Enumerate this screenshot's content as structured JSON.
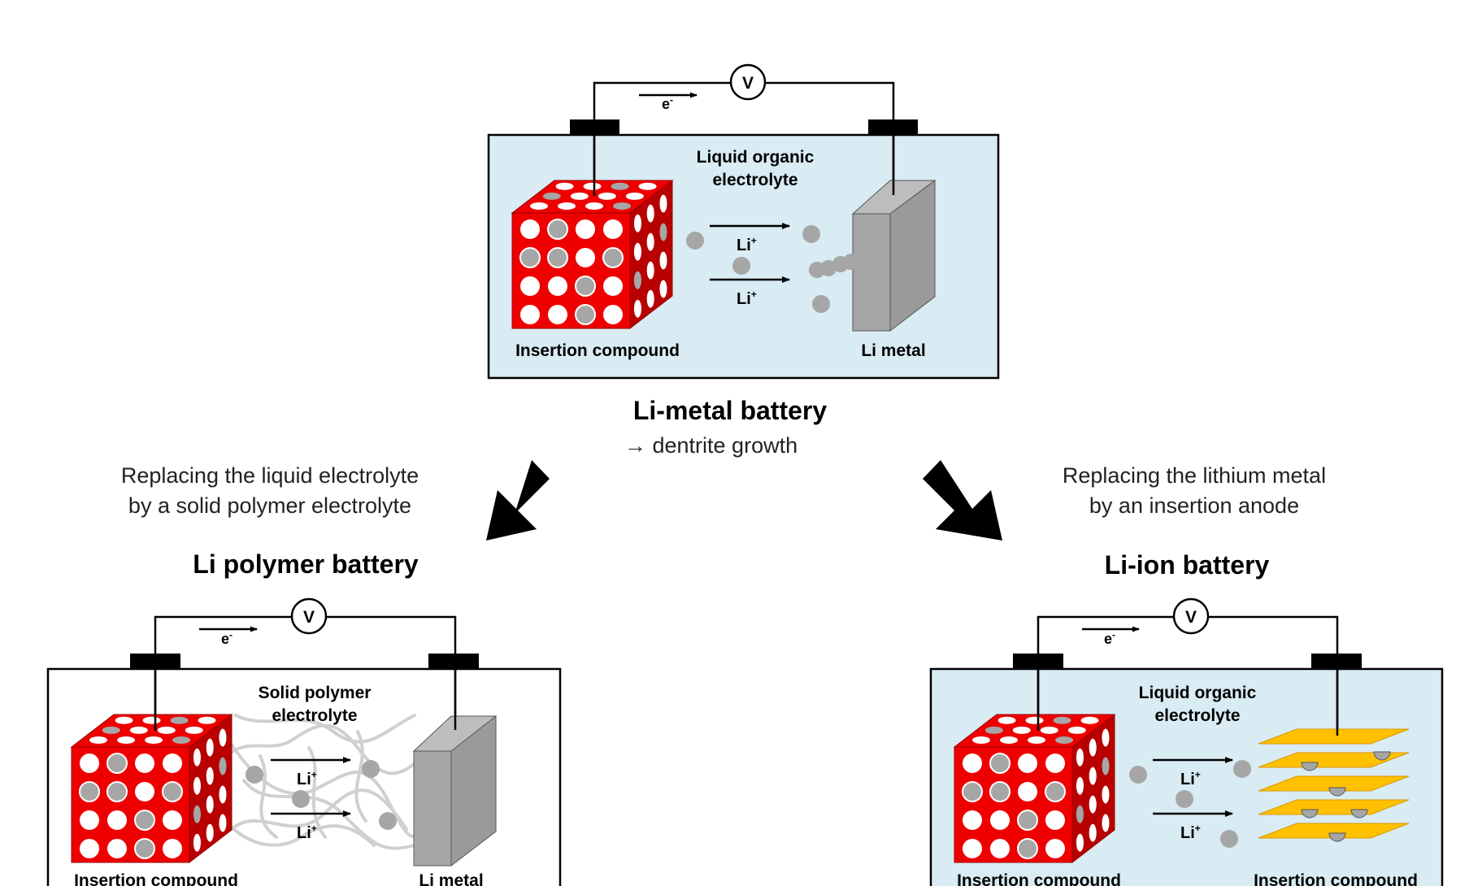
{
  "colors": {
    "electrolyte_liquid": "#d9ebf3",
    "electrolyte_solid": "#ffffff",
    "cube_red": "#ee0000",
    "cube_dark": "#b80000",
    "li_metal": "#a6a6a6",
    "graphite": "#ffc000",
    "li_ion": "#a6a6a6",
    "polymer": "#cccccc"
  },
  "top": {
    "voltmeter": "V",
    "electron": "e",
    "electron_sup": "-",
    "electrolyte": [
      "Liquid organic",
      "electrolyte"
    ],
    "ion": "Li",
    "ion_sup": "+",
    "left_label": "Insertion compound",
    "right_label": "Li metal",
    "title": "Li-metal battery",
    "subtitle": "→ dentrite growth"
  },
  "left_caption": [
    "Replacing  the liquid electrolyte",
    "by a solid polymer electrolyte"
  ],
  "right_caption": [
    "Replacing  the lithium metal",
    "by an insertion anode"
  ],
  "polymer": {
    "title": "Li polymer battery",
    "voltmeter": "V",
    "electron": "e",
    "electron_sup": "-",
    "electrolyte": [
      "Solid polymer",
      "electrolyte"
    ],
    "ion": "Li",
    "ion_sup": "+",
    "left_label": "Insertion compound",
    "right_label": "Li metal"
  },
  "liion": {
    "title": "Li-ion battery",
    "voltmeter": "V",
    "electron": "e",
    "electron_sup": "-",
    "electrolyte": [
      "Liquid organic",
      "electrolyte"
    ],
    "ion": "Li",
    "ion_sup": "+",
    "left_label": "Insertion compound",
    "right_label": "Insertion compound"
  }
}
